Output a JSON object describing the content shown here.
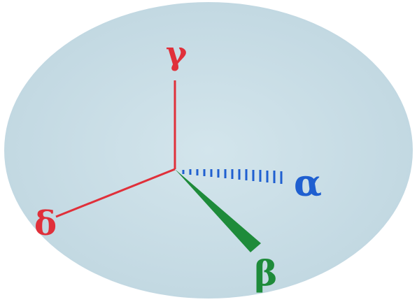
{
  "diagram": {
    "labels": {
      "alpha": "α",
      "beta": "β",
      "gamma": "γ",
      "delta": "δ"
    },
    "colors": {
      "background_oval": "#c9dde6",
      "red": "#e0303a",
      "blue": "#1f5fd0",
      "green": "#1e8b3a"
    }
  }
}
